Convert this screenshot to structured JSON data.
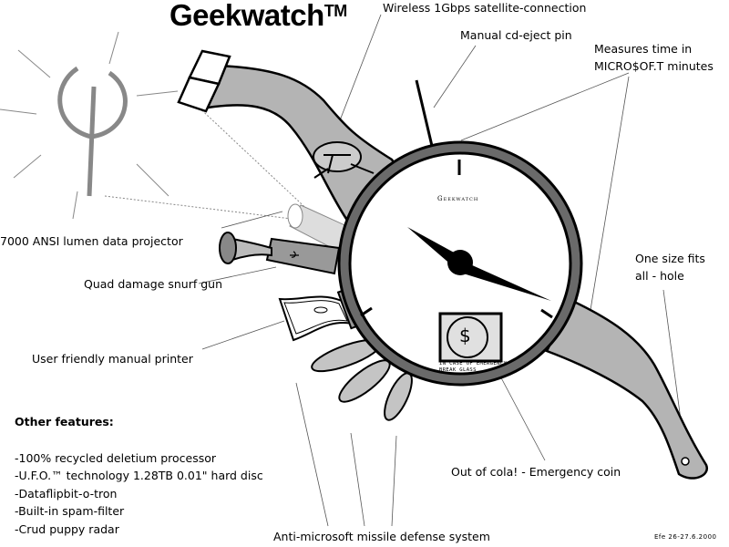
{
  "title": "Geekwatch",
  "title_mark": "TM",
  "dial_brand": "Geekwatch",
  "emergency_box": {
    "line1": "In case of emergency",
    "line2": "break glass",
    "symbol": "$"
  },
  "labels": {
    "wireless": "Wireless 1Gbps satellite-connection",
    "cd_eject": "Manual cd-eject pin",
    "measures_1": "Measures time in",
    "measures_2": "MICRO$OF.T minutes",
    "projector": "7000 ANSI lumen data projector",
    "snurf": "Quad damage snurf gun",
    "one_size_1": "One size fits",
    "one_size_2": "all - hole",
    "printer": "User friendly manual printer",
    "cola": "Out of cola! - Emergency coin",
    "missile": "Anti-microsoft missile defense system"
  },
  "features": {
    "heading": "Other features:",
    "items": [
      "-100% recycled deletium processor",
      "-U.F.O.™ technology 1.28TB 0.01\" hard disc",
      "-Dataflipbit-o-tron",
      "-Built-in spam-filter",
      "-Crud puppy radar"
    ]
  },
  "signature": "Efe 26-27.6.2000",
  "colors": {
    "strap": "#b4b4b4",
    "bezel": "#6a6a6a",
    "ink": "#000000",
    "coin_bg": "#e0e0e0"
  }
}
